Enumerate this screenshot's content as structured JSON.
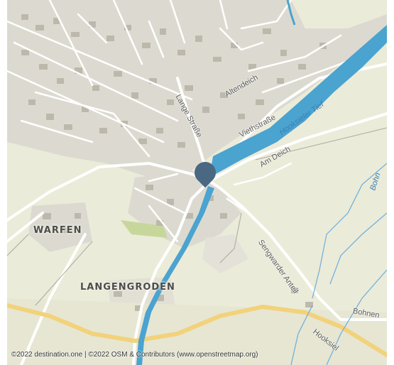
{
  "map": {
    "attribution": "©2022 destination.one | ©2022 OSM & Contributors (www.openstreetmap.org)",
    "colors": {
      "land": "#ebebd9",
      "built_area": "#dcdad0",
      "buildings": "#b9b6a9",
      "water": "#4ba3cf",
      "roads": "#ffffff",
      "major_road": "#f2d27a",
      "marker": "#4a6882"
    },
    "places": [
      {
        "key": "warfen",
        "label": "WARFEN"
      },
      {
        "key": "langengroden",
        "label": "LANGENGRODEN"
      }
    ],
    "streets": [
      {
        "key": "lange-strasse",
        "label": "Lange Straße"
      },
      {
        "key": "altendeich",
        "label": "Altendeich"
      },
      {
        "key": "viethstrasse",
        "label": "Viethstraße"
      },
      {
        "key": "am-deich",
        "label": "Am Deich"
      },
      {
        "key": "sengwarder-anteil",
        "label": "Sengwarder Anteil"
      },
      {
        "key": "bohnenburg",
        "label": "Bohnen"
      },
      {
        "key": "hooksiel",
        "label": "Hooksiel"
      }
    ],
    "waterways": [
      {
        "key": "hooksieler-tief",
        "label": "Hooksieler Tief"
      },
      {
        "key": "bohnenburger-leide",
        "label": "Bohn"
      }
    ],
    "marker": {
      "icon": "map-pin-icon"
    }
  }
}
